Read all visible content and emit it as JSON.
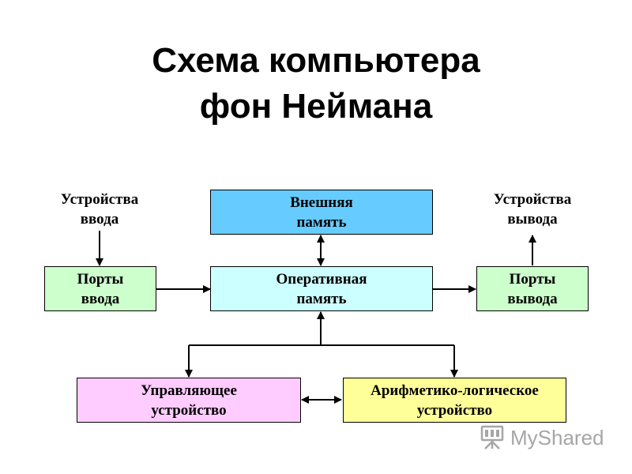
{
  "title": {
    "line1": "Схема компьютера",
    "line2": "фон Неймана"
  },
  "nodes": {
    "input_devices": {
      "line1": "Устройства",
      "line2": "ввода"
    },
    "output_devices": {
      "line1": "Устройства",
      "line2": "вывода"
    },
    "external_memory": {
      "line1": "Внешняя",
      "line2": "память",
      "color": "#66ccff"
    },
    "input_ports": {
      "line1": "Порты",
      "line2": "ввода",
      "color": "#ccffcc"
    },
    "ram": {
      "line1": "Оперативная",
      "line2": "память",
      "color": "#ccffff"
    },
    "output_ports": {
      "line1": "Порты",
      "line2": "вывода",
      "color": "#ccffcc"
    },
    "control_unit": {
      "line1": "Управляющее",
      "line2": "устройство",
      "color": "#ffccff"
    },
    "alu": {
      "line1": "Арифметико-логическое",
      "line2": "устройство",
      "color": "#ffff99"
    }
  },
  "watermark": {
    "text": "MyShared",
    "icon": "presentation-board-icon",
    "color": "#a6a6a6"
  }
}
